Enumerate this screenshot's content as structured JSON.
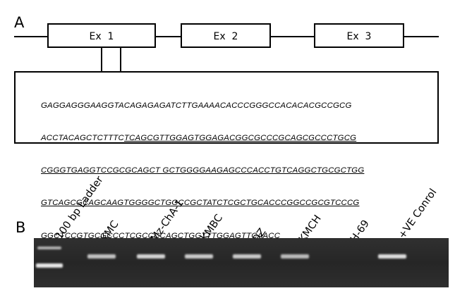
{
  "panel_a": {
    "label": "A",
    "exons": [
      "Ex  1",
      "Ex  2",
      "Ex  3"
    ],
    "sequence": [
      {
        "text": "GAGGAGGGAAGGTACAGAGAGATCTTGAAAACACCCGGGCCACACACGCCGCG",
        "underline": "none"
      },
      {
        "pre": "ACCTACAGCTCTTTC",
        "underlined": "TCAGCGTTGGAGTGGAGACGGCGCCCGCAGCGCCCTGCG",
        "underline": "partial"
      },
      {
        "text": "CGGGTGAGGTCCGCGCAGCT GCTGGGGAAGAGCCCACCTGTCAGGCTGCGCTGG",
        "underline": "full"
      },
      {
        "text": "GTCAGCGCAGCAAGTGGGGCTGGCCGCTATCTCGCTGCACCCGGCCGCGTCCCG",
        "underline": "full"
      },
      {
        "text": "GGCTCCGTGCGCCCTCGCCCCAGCTGGTTTGGAGTTCAACC",
        "underline": "none"
      }
    ]
  },
  "panel_b": {
    "label": "B",
    "lanes": [
      "100 bp Ladder",
      "KMC",
      "Mz-ChA-1",
      "KMBC",
      "OZ",
      "KMCH",
      "H-69",
      "+VE Conrol"
    ],
    "band_intensity": [
      1,
      0.85,
      0.95,
      0.9,
      0.9,
      0.8,
      0,
      1
    ],
    "colors": {
      "gel_background": "#2b2b2b",
      "band": "#f2f2f2"
    }
  }
}
